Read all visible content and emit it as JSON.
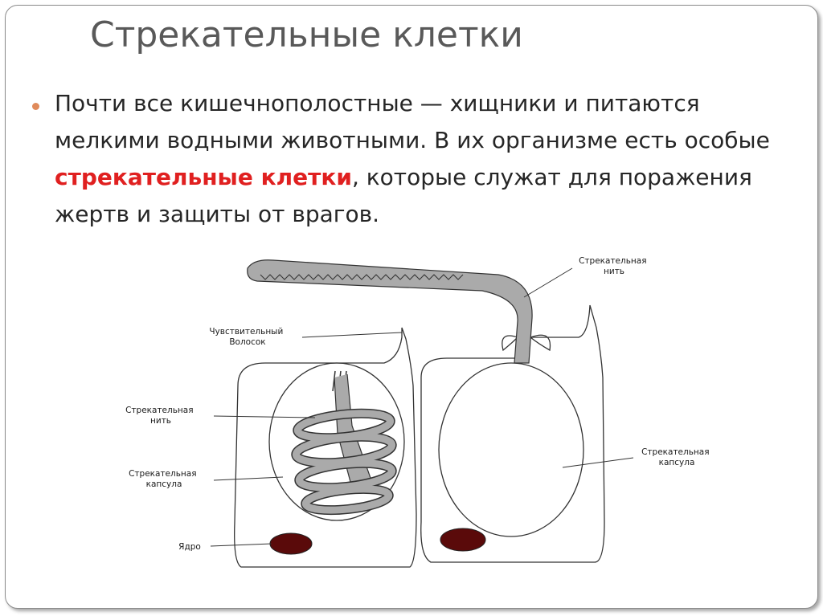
{
  "title": "Стрекательные клетки",
  "bullet": {
    "before": "Почти все кишечнополостные — хищники и питаются мелкими водными животными. В их организме есть особые ",
    "highlight": "стрекательные клетки",
    "after": ", которые служат для поражения жертв и защиты от врагов."
  },
  "colors": {
    "text": "#262626",
    "title": "#595959",
    "highlight": "#e02020",
    "bullet": "#e08a5a",
    "thread": "#aaaaaa",
    "nucleus": "#5a0a0a"
  },
  "diagram": {
    "left_cell_labels": {
      "sensitive_hair": [
        "Чувствительный",
        "Волосок"
      ],
      "thread": [
        "Стрекательная",
        "нить"
      ],
      "capsule": [
        "Стрекательная",
        "капсула"
      ],
      "nucleus": [
        "Ядро"
      ]
    },
    "right_cell_labels": {
      "thread": [
        "Стрекательная",
        "нить"
      ],
      "capsule": [
        "Стрекательная",
        "капсула"
      ]
    }
  }
}
